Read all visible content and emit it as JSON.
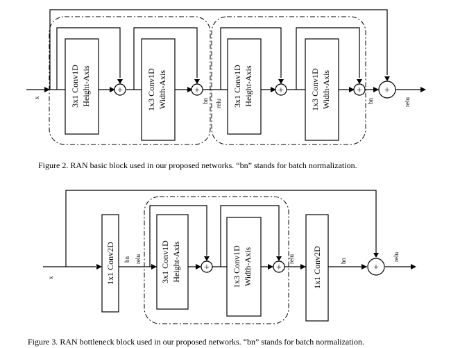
{
  "figure2": {
    "caption": "Figure 2. RAN basic block used in our proposed networks. “bn” stands for batch normalization.",
    "input": "x",
    "blocks": [
      {
        "line1": "3x1 Conv1D",
        "line2": "Height-Axis"
      },
      {
        "line1": "1x3 Conv1D",
        "line2": "Width-Axis"
      },
      {
        "line1": "3x1 Conv1D",
        "line2": "Height-Axis"
      },
      {
        "line1": "1x3 Conv1D",
        "line2": "Width-Axis"
      }
    ],
    "bn": "bn",
    "relu": "relu",
    "bn2": "bn",
    "relu_out": "relu",
    "plus": "+"
  },
  "figure3": {
    "caption": "Figure 3. RAN bottleneck block used in our proposed networks. “bn” stands for batch normalization.",
    "input": "x",
    "conv2d_a": "1x1 Conv2D",
    "inner_blocks": [
      {
        "line1": "3x1 Conv1D",
        "line2": "Height-Axis"
      },
      {
        "line1": "1x3 Conv1D",
        "line2": "Width-Axis"
      }
    ],
    "conv2d_b": "1x1 Conv2D",
    "bn_a": "bn",
    "relu_a": "relu",
    "relu_b": "relu",
    "bn_b": "bn",
    "relu_out": "relu",
    "plus": "+"
  }
}
